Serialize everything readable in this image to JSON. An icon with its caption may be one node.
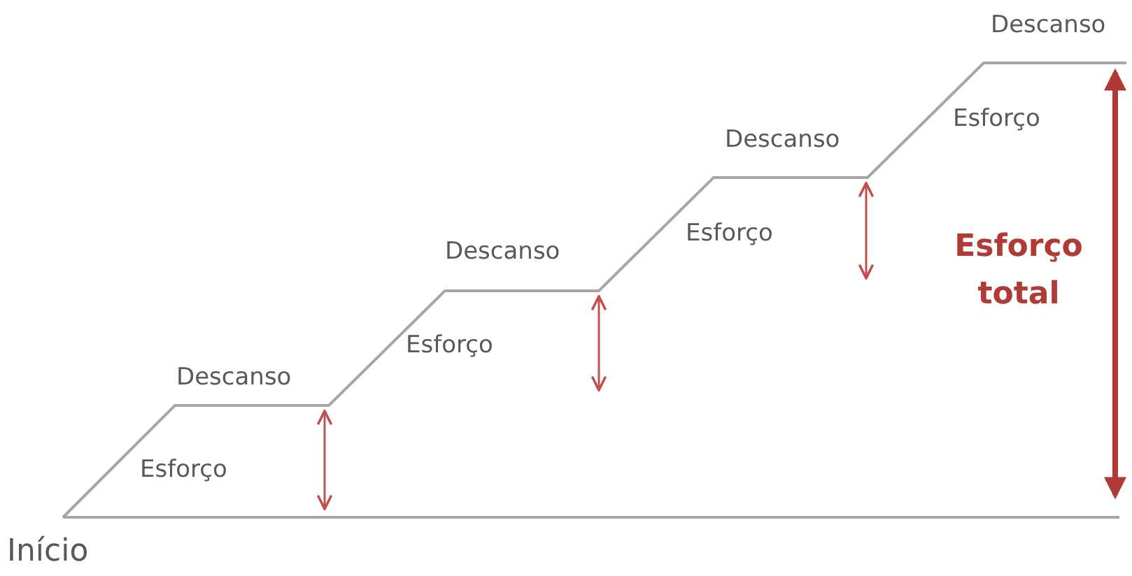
{
  "diagram": {
    "labels": [
      "Descanso",
      "Esforço",
      "Descanso",
      "Esforço",
      "Esforço total",
      "Descanso",
      "Esforço",
      "Descanso",
      "Esforço",
      "Início"
    ]
  }
}
